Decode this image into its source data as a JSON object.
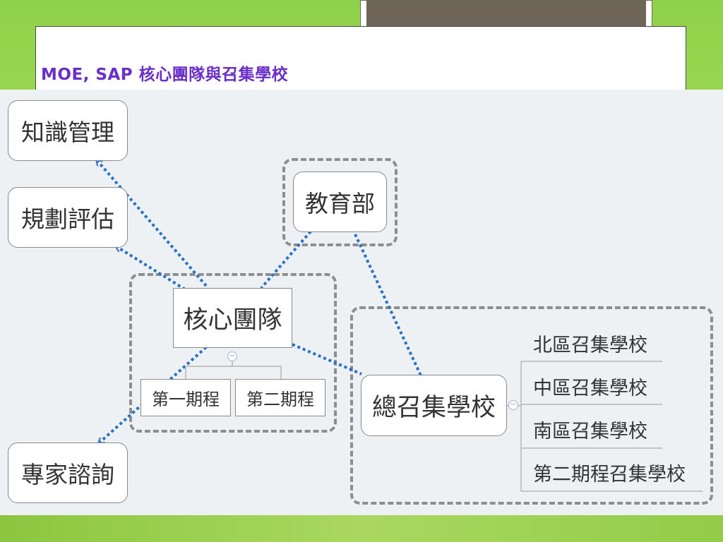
{
  "slide": {
    "title": "MOE, SAP 核心團隊與召集學校"
  },
  "nodes": {
    "knowledge": "知識管理",
    "planning": "規劃評估",
    "consulting": "專家諮詢",
    "moe": "教育部",
    "core_team": "核心團隊",
    "phase1": "第一期程",
    "phase2": "第二期程",
    "general_school": "總召集學校",
    "north": "北區召集學校",
    "central": "中區召集學校",
    "south": "南區召集學校",
    "phase2_school": "第二期程召集學校"
  },
  "collapse_icon": "minus-circle-icon",
  "colors": {
    "title": "#6a2fc8",
    "connector": "#2a72c8",
    "group_border": "#8e8e8e",
    "background": "#8fd14a"
  }
}
